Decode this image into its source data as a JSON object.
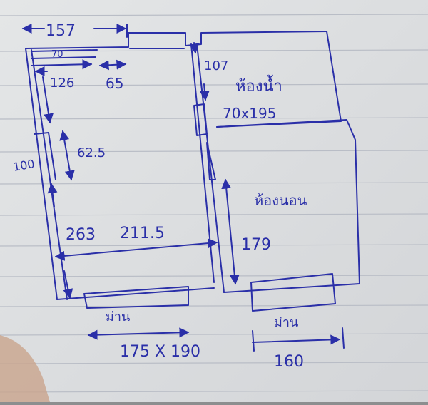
{
  "colors": {
    "ink": "#2a2fa8",
    "paper": "#e9ebec",
    "rule_line": "#b9bdc6",
    "margin_shadow": "#c9a48c"
  },
  "labels": {
    "top_width": "157",
    "small_70": "70",
    "small_126": "126",
    "small_65": "65",
    "bathroom_height": "107",
    "bathroom_name": "ห้องน้ำ",
    "door_size": "70x195",
    "window_height": "62.5",
    "left_side": "100",
    "room_depth_left": "263",
    "room_width": "211.5",
    "right_depth": "179",
    "room_name": "ห้องนอน",
    "window_left_label": "ม่าน",
    "window_left_size": "175 X 190",
    "window_right_label": "ม่าน",
    "window_right_width": "160"
  }
}
